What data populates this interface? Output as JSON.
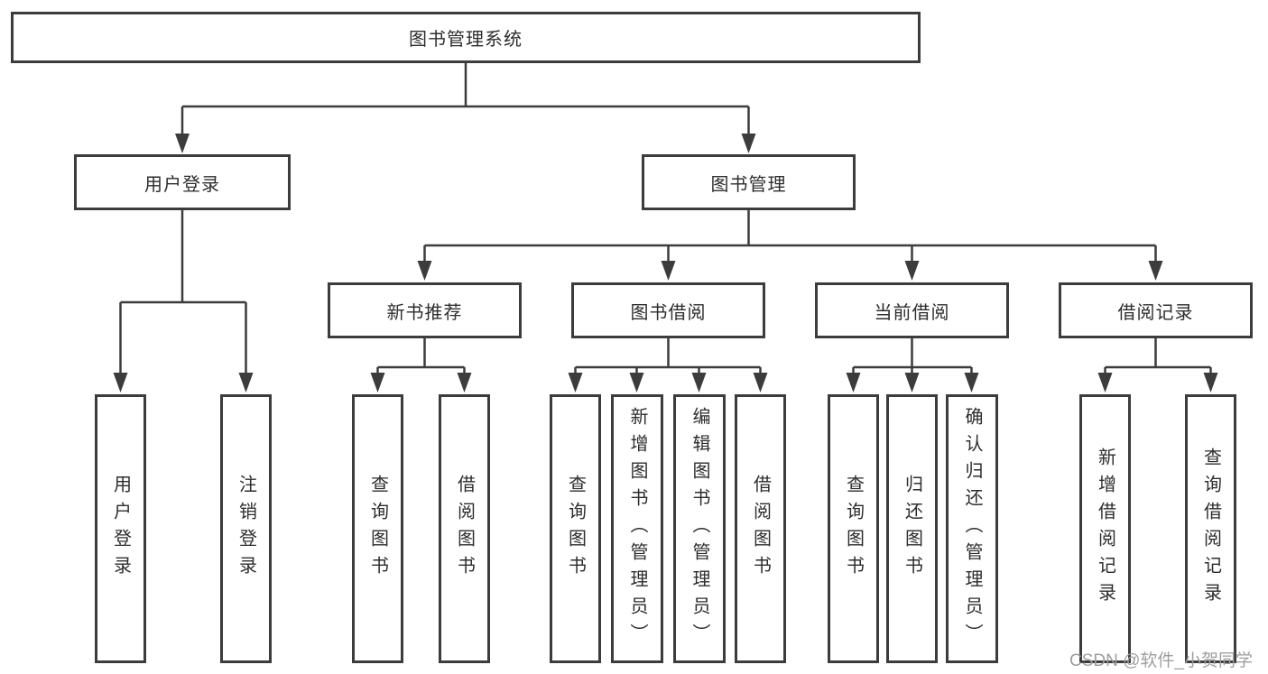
{
  "colors": {
    "line": "#3c3c3c",
    "box_border": "#3c3c3c",
    "text": "#2d2d2d",
    "background": "#ffffff",
    "watermark": "#9e9e9e"
  },
  "diagram": {
    "root": {
      "label": "图书管理系统"
    },
    "level2": [
      {
        "label": "用户登录"
      },
      {
        "label": "图书管理"
      }
    ],
    "level3": [
      {
        "label": "新书推荐"
      },
      {
        "label": "图书借阅"
      },
      {
        "label": "当前借阅"
      },
      {
        "label": "借阅记录"
      }
    ],
    "leaves": {
      "user_login": [
        "用户登录",
        "注销登录"
      ],
      "new_book": [
        "查询图书",
        "借阅图书"
      ],
      "book_borrow": [
        "查询图书",
        "新增图书（管理员）",
        "编辑图书（管理员）",
        "借阅图书"
      ],
      "current_borrow": [
        "查询图书",
        "归还图书",
        "确认归还（管理员）"
      ],
      "borrow_records": [
        "新增借阅记录",
        "查询借阅记录"
      ]
    }
  },
  "watermark": {
    "text": "CSDN @软件_小贺同学"
  }
}
